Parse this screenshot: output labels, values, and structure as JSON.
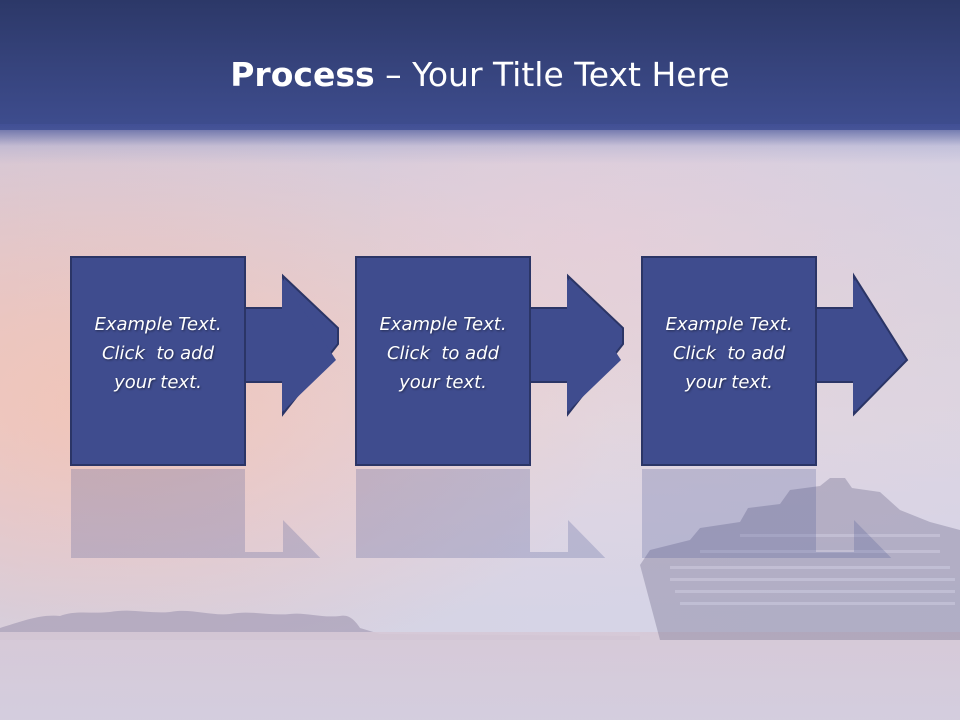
{
  "slide": {
    "title_bold": "Process",
    "title_rest": " – Your Title Text Here"
  },
  "steps": [
    {
      "line1": "Example Text.",
      "line2": "Click  to add",
      "line3": "your text."
    },
    {
      "line1": "Example Text.",
      "line2": "Click  to add",
      "line3": "your text."
    },
    {
      "line1": "Example Text.",
      "line2": "Click  to add",
      "line3": "your text."
    }
  ],
  "colors": {
    "header": "#35427a",
    "box_fill": "#3f4c8e",
    "box_border": "#2c376a",
    "title_text": "#ffffff"
  },
  "icons": [
    "right-arrow-icon"
  ]
}
